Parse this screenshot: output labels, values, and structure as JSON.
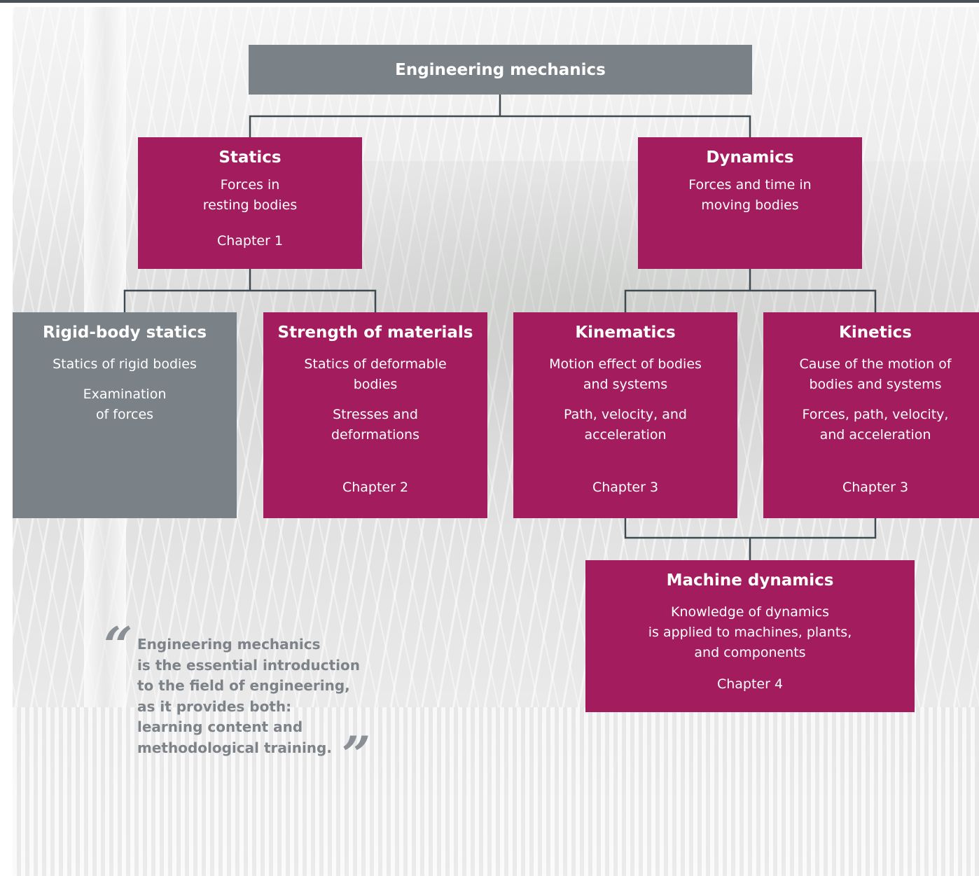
{
  "root": {
    "title": "Engineering mechanics"
  },
  "statics": {
    "title": "Statics",
    "desc": "Forces in\nresting bodies",
    "chapter": "Chapter 1"
  },
  "dynamics": {
    "title": "Dynamics",
    "desc": "Forces and time in\nmoving bodies"
  },
  "rigid_body_statics": {
    "title": "Rigid-body statics",
    "desc": "Statics of rigid bodies",
    "sub": "Examination\nof forces"
  },
  "strength_of_materials": {
    "title": "Strength of materials",
    "desc": "Statics of deformable\nbodies",
    "sub": "Stresses and\ndeformations",
    "chapter": "Chapter 2"
  },
  "kinematics": {
    "title": "Kinematics",
    "desc": "Motion effect of bodies\nand systems",
    "sub": "Path, velocity, and\nacceleration",
    "chapter": "Chapter 3"
  },
  "kinetics": {
    "title": "Kinetics",
    "desc": "Cause of the motion of\nbodies and systems",
    "sub": "Forces, path, velocity,\nand acceleration",
    "chapter": "Chapter 3"
  },
  "machine_dynamics": {
    "title": "Machine dynamics",
    "desc": "Knowledge of dynamics\nis applied to machines, plants,\nand components",
    "chapter": "Chapter 4"
  },
  "quote": {
    "text": "Engineering mechanics\nis the essential introduction\nto the field of engineering,\nas it provides both:\nlearning content and\nmethodological training.",
    "open_mark": "“",
    "close_mark": "”"
  },
  "colors": {
    "magenta": "#a31c5e",
    "gray": "#7a8187",
    "connector": "#3f4a50",
    "top_bar": "#4a5258",
    "quote_text": "#7d8389"
  }
}
